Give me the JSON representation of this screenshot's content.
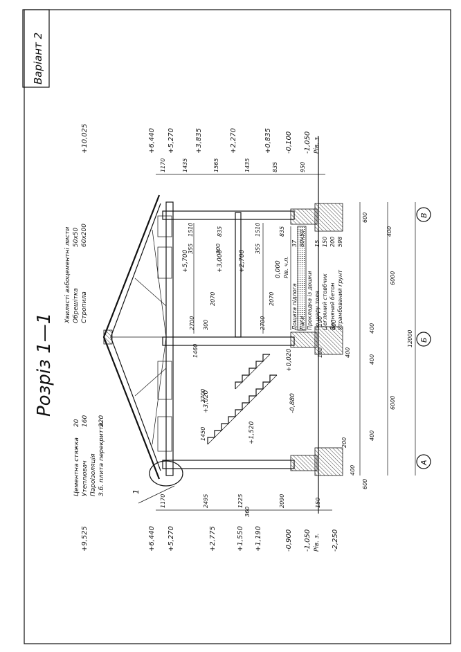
{
  "variant": "Варіант 2",
  "title": "Розріз 1—1",
  "callout_number": "1",
  "axes": [
    "А",
    "Б",
    "В"
  ],
  "roof_layers": [
    {
      "name": "Хвилясті азбоцементні листи",
      "value": ""
    },
    {
      "name": "Обрешітка",
      "value": "50х50"
    },
    {
      "name": "Стропила",
      "value": "60х200"
    }
  ],
  "ceiling_layers": [
    {
      "name": "Цементна стяжка",
      "value": "20"
    },
    {
      "name": "Утеплювач",
      "value": "160"
    },
    {
      "name": "Пароізоляція",
      "value": ""
    },
    {
      "name": "З.б. плита перекриття",
      "value": "220"
    }
  ],
  "floor_layers": [
    {
      "name": "Дощата підлога",
      "value": "37"
    },
    {
      "name": "Лаги",
      "value": "80х50"
    },
    {
      "name": "Прокладка із дошки",
      "value": ""
    },
    {
      "name": "по шару толя",
      "value": "15"
    },
    {
      "name": "Цегляний стовбчик",
      "value": "150"
    },
    {
      "name": "Вапняний бетон",
      "value": "200"
    },
    {
      "name": "Утрамбований грунт",
      "value": "598"
    }
  ],
  "left_levels": [
    "+9,525",
    "+6,440",
    "+5,270",
    "+2,775",
    "+1,550",
    "+1,190",
    "-0,900",
    "-1,050",
    "Рів. з.",
    "-2,250"
  ],
  "right_levels": [
    "+10,025",
    "+6,440",
    "+5,270",
    "+3,835",
    "+2,270",
    "+0,835",
    "-0,100",
    "-1,050",
    "Рів. з."
  ],
  "left_dims": [
    "1170",
    "2495",
    "1225",
    "360",
    "2090",
    "150"
  ],
  "right_dims": [
    "1170",
    "1435",
    "1565",
    "1435",
    "835",
    "950"
  ],
  "inner_levels": [
    "+5,700",
    "+3,000",
    "+2,700",
    "0,000",
    "Рів. ч.п.",
    "+3,020",
    "+1,520",
    "-0,880",
    "+0,020"
  ],
  "inner_dims": [
    "1510",
    "835",
    "300",
    "355",
    "835",
    "1510",
    "355",
    "2070",
    "2070",
    "2700",
    "300",
    "2700",
    "1460",
    "2700",
    "1450",
    "190",
    "190",
    "400",
    "400"
  ],
  "bottom_dims": [
    "600",
    "400",
    "200",
    "400",
    "6000",
    "400",
    "400",
    "6000",
    "12000",
    "400",
    "600"
  ]
}
